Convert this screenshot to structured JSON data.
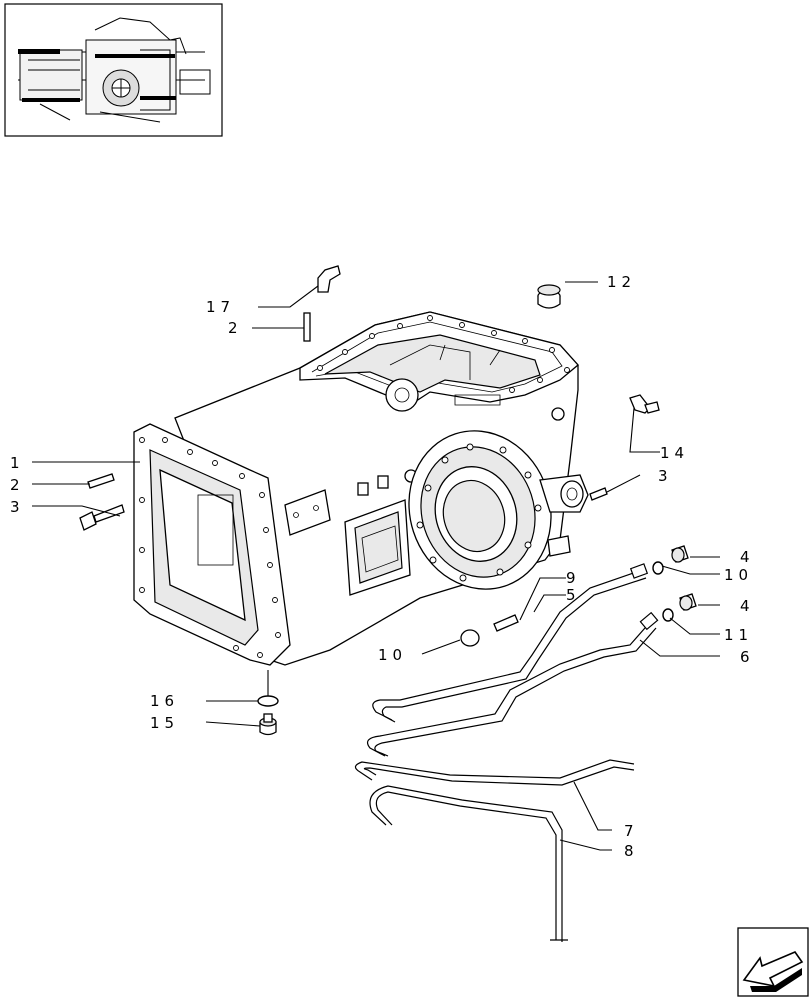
{
  "callouts": [
    {
      "id": "c1",
      "text": "1"
    },
    {
      "id": "c2a",
      "text": "2"
    },
    {
      "id": "c2b",
      "text": "2"
    },
    {
      "id": "c3a",
      "text": "3"
    },
    {
      "id": "c3b",
      "text": "3"
    },
    {
      "id": "c4a",
      "text": "4"
    },
    {
      "id": "c4b",
      "text": "4"
    },
    {
      "id": "c5",
      "text": "5"
    },
    {
      "id": "c6",
      "text": "6"
    },
    {
      "id": "c7",
      "text": "7"
    },
    {
      "id": "c8",
      "text": "8"
    },
    {
      "id": "c9",
      "text": "9"
    },
    {
      "id": "c10a",
      "text": "10"
    },
    {
      "id": "c10b",
      "text": "10"
    },
    {
      "id": "c11",
      "text": "11"
    },
    {
      "id": "c12",
      "text": "12"
    },
    {
      "id": "c14",
      "text": "14"
    },
    {
      "id": "c15",
      "text": "15"
    },
    {
      "id": "c16",
      "text": "16"
    },
    {
      "id": "c17",
      "text": "17"
    }
  ],
  "icons": {
    "thumbnail": "tractor-transmission-thumbnail-icon",
    "navigation": "back-arrow-icon"
  }
}
